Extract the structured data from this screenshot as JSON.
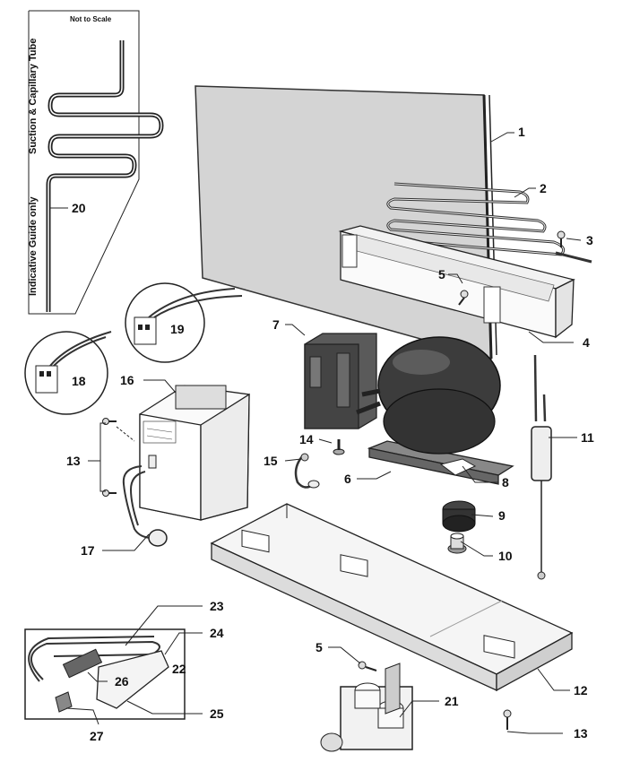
{
  "guide": {
    "not_to_scale": "Not to Scale",
    "suction_tube": "Suction & Capillary Tube",
    "indicative": "Indicative Guide only"
  },
  "callouts": {
    "c1": "1",
    "c2": "2",
    "c3": "3",
    "c4": "4",
    "c5a": "5",
    "c5b": "5",
    "c6": "6",
    "c7": "7",
    "c8": "8",
    "c9": "9",
    "c10": "10",
    "c11": "11",
    "c12": "12",
    "c13a": "13",
    "c13b": "13",
    "c14": "14",
    "c15": "15",
    "c16": "16",
    "c17": "17",
    "c18": "18",
    "c19": "19",
    "c20": "20",
    "c21": "21",
    "c22": "22",
    "c23": "23",
    "c24": "24",
    "c25": "25",
    "c26": "26",
    "c27": "27"
  }
}
